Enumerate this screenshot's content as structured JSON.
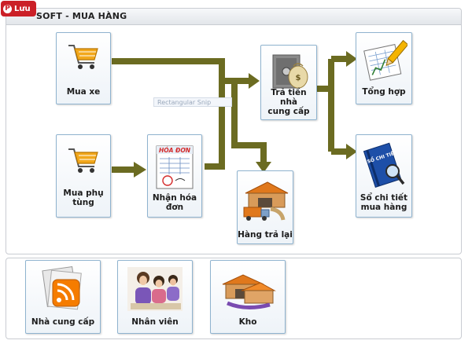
{
  "header": {
    "title": "SOFT - MUA HÀNG",
    "save_badge": "Lưu",
    "pin_glyph": "P"
  },
  "watermark": "Rectangular Snip",
  "colors": {
    "arrow": "#6b6b21",
    "tile_border": "#8fb3cf",
    "badge": "#cb2027"
  },
  "flow_tiles": {
    "mua_xe": {
      "label": "Mua xe",
      "icon": "shopping-cart-icon"
    },
    "mua_phu_tung": {
      "label1": "Mua phụ",
      "label2": "tùng",
      "icon": "shopping-cart-icon"
    },
    "nhan_hoa_don": {
      "label1": "Nhận hóa",
      "label2": "đơn",
      "icon": "invoice-icon",
      "icon_text": "HÓA ĐƠN"
    },
    "tra_tien": {
      "label1": "Trả tiền nhà",
      "label2": "cung cấp",
      "icon": "safe-money-icon"
    },
    "hang_tra_lai": {
      "label": "Hàng trả lại",
      "icon": "return-truck-icon"
    },
    "tong_hop": {
      "label": "Tổng hợp",
      "icon": "report-pencil-icon"
    },
    "so_chi_tiet": {
      "label1": "Sổ chi tiết",
      "label2": "mua hàng",
      "icon": "ledger-magnifier-icon",
      "icon_text": "SỔ CHI TIẾT"
    }
  },
  "bottom_tiles": [
    {
      "label": "Nhà cung cấp",
      "icon": "supplier-rss-icon"
    },
    {
      "label": "Nhân viên",
      "icon": "staff-photo-icon"
    },
    {
      "label": "Kho",
      "icon": "warehouse-icon"
    }
  ]
}
